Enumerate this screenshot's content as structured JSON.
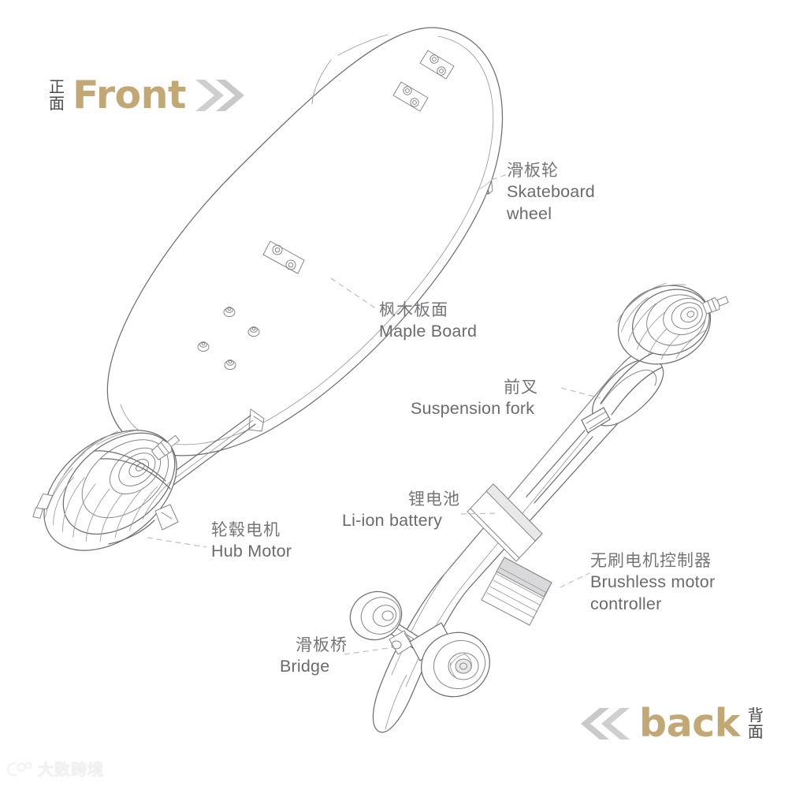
{
  "figure": {
    "type": "exploded-technical-line-drawing",
    "subject": "electric skateboard",
    "background_color": "#ffffff",
    "line_color": "#6f6f72",
    "accent_gold": "#c2a874",
    "chevron_gray": "#cccccc",
    "label_text_color": "#6e6e70"
  },
  "direction_badges": [
    {
      "id": "front",
      "cn_char_1": "正",
      "cn_char_2": "面",
      "word": "Front",
      "chevron_icon": "double-chevron-right-icon",
      "chevron_direction": "right"
    },
    {
      "id": "back",
      "cn_char_1": "背",
      "cn_char_2": "面",
      "word": "back",
      "chevron_icon": "double-chevron-left-icon",
      "chevron_direction": "left"
    }
  ],
  "callouts": [
    {
      "id": "skateboard-wheel",
      "cn": "滑板轮",
      "en_line1": "Skateboard",
      "en_line2": "wheel"
    },
    {
      "id": "maple-board",
      "cn": "枫木板面",
      "en_line1": "Maple Board",
      "en_line2": ""
    },
    {
      "id": "suspension-fork",
      "cn": "前叉",
      "en_line1": "Suspension fork",
      "en_line2": ""
    },
    {
      "id": "li-ion-battery",
      "cn": "锂电池",
      "en_line1": "Li-ion battery",
      "en_line2": ""
    },
    {
      "id": "brushless-controller",
      "cn": "无刷电机控制器",
      "en_line1": "Brushless motor",
      "en_line2": "controller"
    },
    {
      "id": "hub-motor",
      "cn": "轮毂电机",
      "en_line1": "Hub Motor",
      "en_line2": ""
    },
    {
      "id": "bridge",
      "cn": "滑板桥",
      "en_line1": "Bridge",
      "en_line2": ""
    }
  ],
  "watermark": {
    "text": "大数跨境",
    "logo_icon": "rounded-brand-mark-icon"
  }
}
